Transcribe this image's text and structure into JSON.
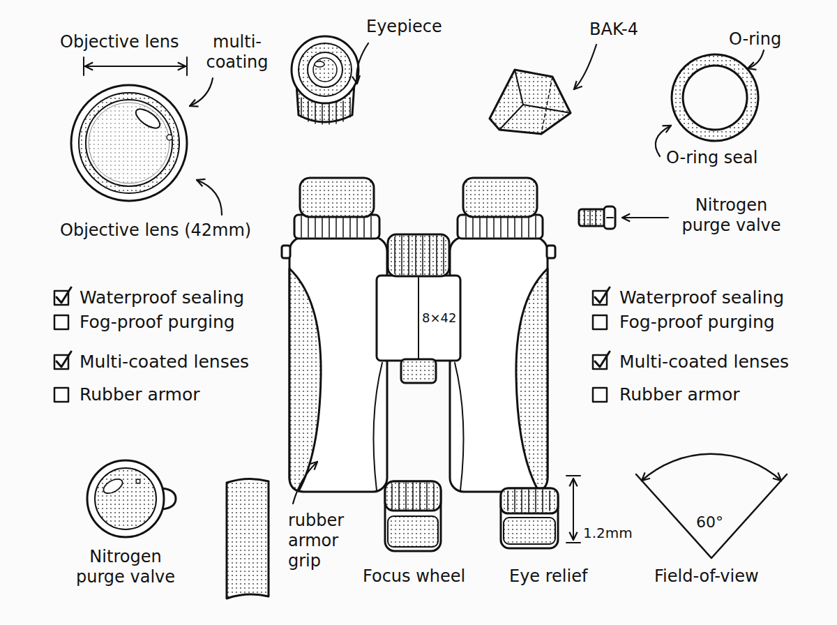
{
  "diagram": {
    "labels": [
      "Objective lens",
      "multi- coating",
      "Objective lens (42mm)",
      "Eyepiece",
      "BAK-4",
      "O-ring",
      "O-ring seal",
      "Nitrogen purge valve",
      "Waterproof sealing",
      "Fog-proof purging",
      "Multi-coated lenses",
      "Rubber armor",
      "8×42",
      "Waterproof sealing",
      "Fog-proof purging",
      "Multi-coated lenses",
      "Rubber armor",
      "Nitrogen purge valve",
      "rubber armor grip",
      "Focus wheel",
      "Eye relief",
      "1.2mm",
      "60°",
      "Field-of-view"
    ]
  }
}
